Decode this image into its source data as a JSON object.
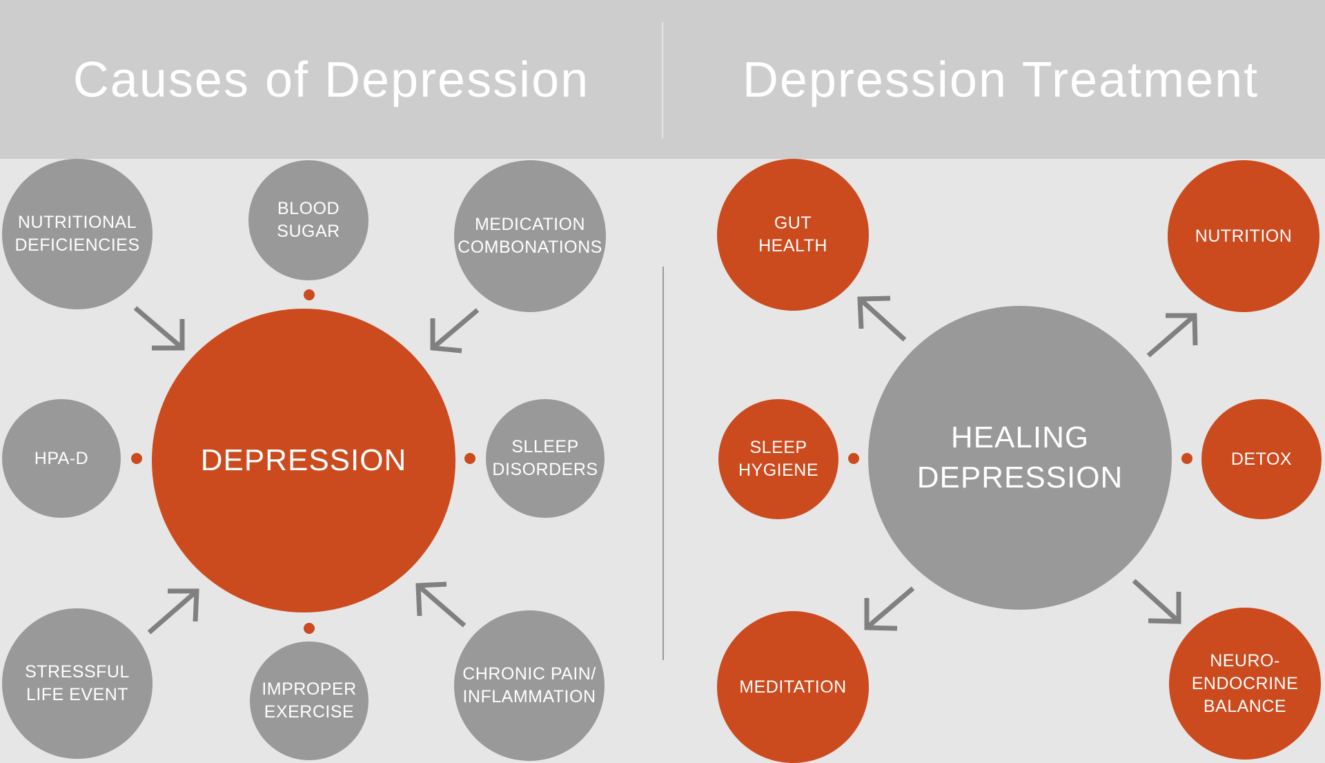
{
  "headers": {
    "left_title": "Causes of Depression",
    "right_title": "Depression Treatment"
  },
  "causes": {
    "hub": {
      "lines": [
        "DEPRESSION"
      ]
    },
    "nodes": {
      "nutritional": {
        "lines": [
          "NUTRITIONAL",
          "DEFICIENCIES"
        ]
      },
      "blood_sugar": {
        "lines": [
          "BLOOD",
          "SUGAR"
        ]
      },
      "medication": {
        "lines": [
          "MEDICATION",
          "COMBONATIONS"
        ]
      },
      "hpa_d": {
        "lines": [
          "HPA-D"
        ]
      },
      "sleep_disorders": {
        "lines": [
          "SLLEEP",
          "DISORDERS"
        ]
      },
      "stressful": {
        "lines": [
          "STRESSFUL",
          "LIFE EVENT"
        ]
      },
      "exercise": {
        "lines": [
          "IMPROPER",
          "EXERCISE"
        ]
      },
      "chronic_pain": {
        "lines": [
          "CHRONIC PAIN/",
          "INFLAMMATION"
        ]
      }
    }
  },
  "treatment": {
    "hub": {
      "lines": [
        "HEALING",
        "DEPRESSION"
      ]
    },
    "nodes": {
      "gut_health": {
        "lines": [
          "GUT",
          "HEALTH"
        ]
      },
      "nutrition": {
        "lines": [
          "NUTRITION"
        ]
      },
      "sleep_hygiene": {
        "lines": [
          "SLEEP",
          "HYGIENE"
        ]
      },
      "detox": {
        "lines": [
          "DETOX"
        ]
      },
      "meditation": {
        "lines": [
          "MEDITATION"
        ]
      },
      "neuro": {
        "lines": [
          "NEURO-",
          "ENDOCRINE",
          "BALANCE"
        ]
      }
    }
  },
  "colors": {
    "accent": "#cb4a1e",
    "node_gray": "#999999",
    "arrow_gray": "#808080",
    "header_bg": "#cdcdcd",
    "page_bg": "#e6e6e6"
  }
}
